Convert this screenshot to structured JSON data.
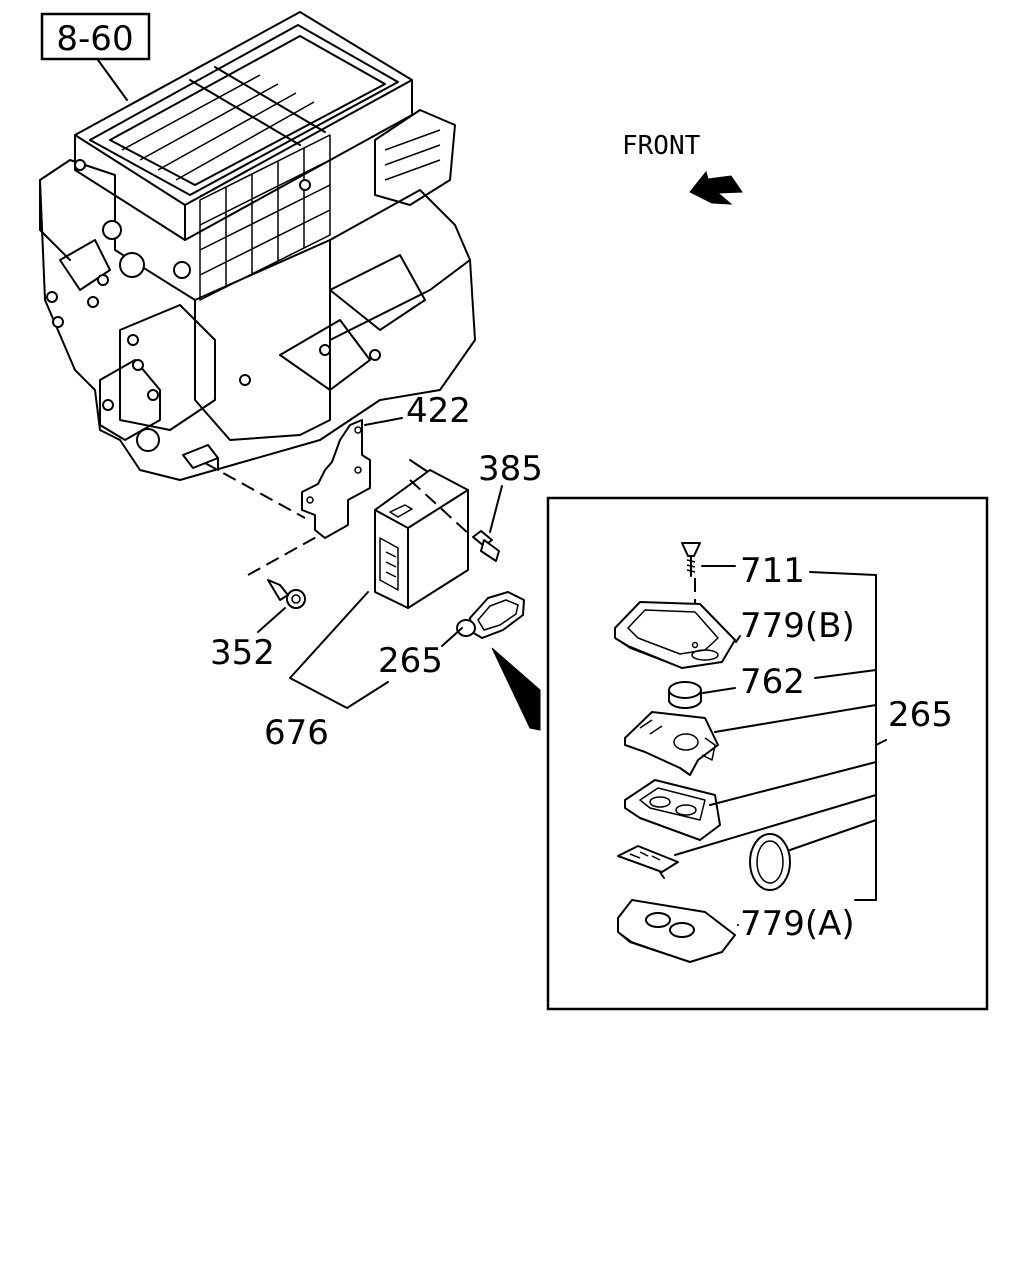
{
  "ref_box": "8-60",
  "direction": {
    "label": "FRONT"
  },
  "callouts": {
    "bracket": "422",
    "bolt": "385",
    "screw": "352",
    "remote_key": "265",
    "control_unit_assembly": "676"
  },
  "detail": {
    "assembly_label": "265",
    "parts": {
      "screw": "711",
      "upper_case": "779(B)",
      "battery": "762",
      "lower_case": "779(A)"
    }
  }
}
